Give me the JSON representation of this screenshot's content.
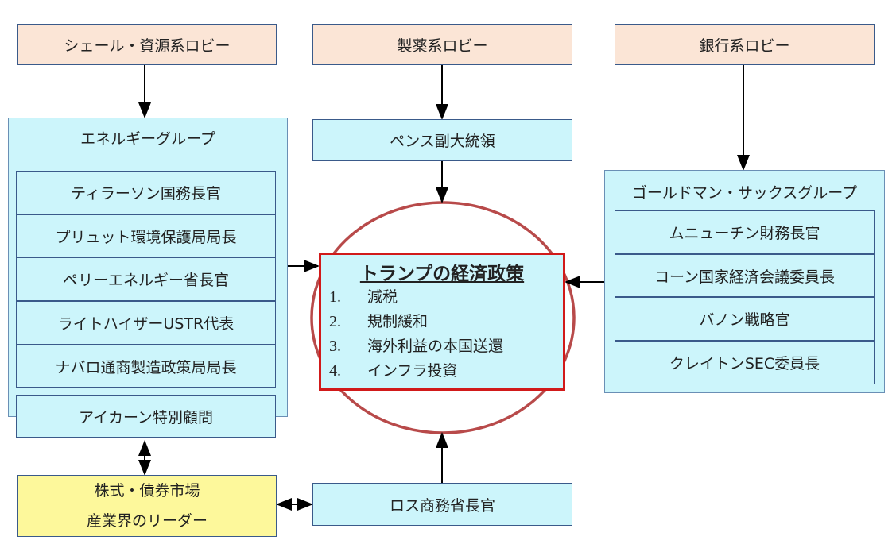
{
  "lobbies": {
    "shale": "シェール・資源系ロビー",
    "pharma": "製薬系ロビー",
    "bank": "銀行系ロビー"
  },
  "energy_group": {
    "title": "エネルギーグループ",
    "members": [
      "ティラーソン国務長官",
      "プリュット環境保護局局長",
      "ペリーエネルギー省長官",
      "ライトハイザーUSTR代表",
      "ナバロ通商製造政策局局長"
    ],
    "extra": "アイカーン特別顧問"
  },
  "pence": "ペンス副大統領",
  "goldman_group": {
    "title": "ゴールドマン・サックスグループ",
    "members": [
      "ムニューチン財務長官",
      "コーン国家経済会議委員長",
      "バノン戦略官",
      "クレイトンSEC委員長"
    ]
  },
  "policy": {
    "title": "トランプの経済政策",
    "items": [
      {
        "n": "1.",
        "t": "減税"
      },
      {
        "n": "2.",
        "t": "規制緩和"
      },
      {
        "n": "3.",
        "t": "海外利益の本国送還"
      },
      {
        "n": "4.",
        "t": "インフラ投資"
      }
    ]
  },
  "market": {
    "line1": "株式・債券市場",
    "line2": "産業界のリーダー"
  },
  "ross": "ロス商務省長官",
  "colors": {
    "lobby": "#fbe5d6",
    "cyan": "#ccf5fb",
    "yellow": "#fdf89b",
    "red": "#d11a1a",
    "circle": "#b84a4a"
  }
}
